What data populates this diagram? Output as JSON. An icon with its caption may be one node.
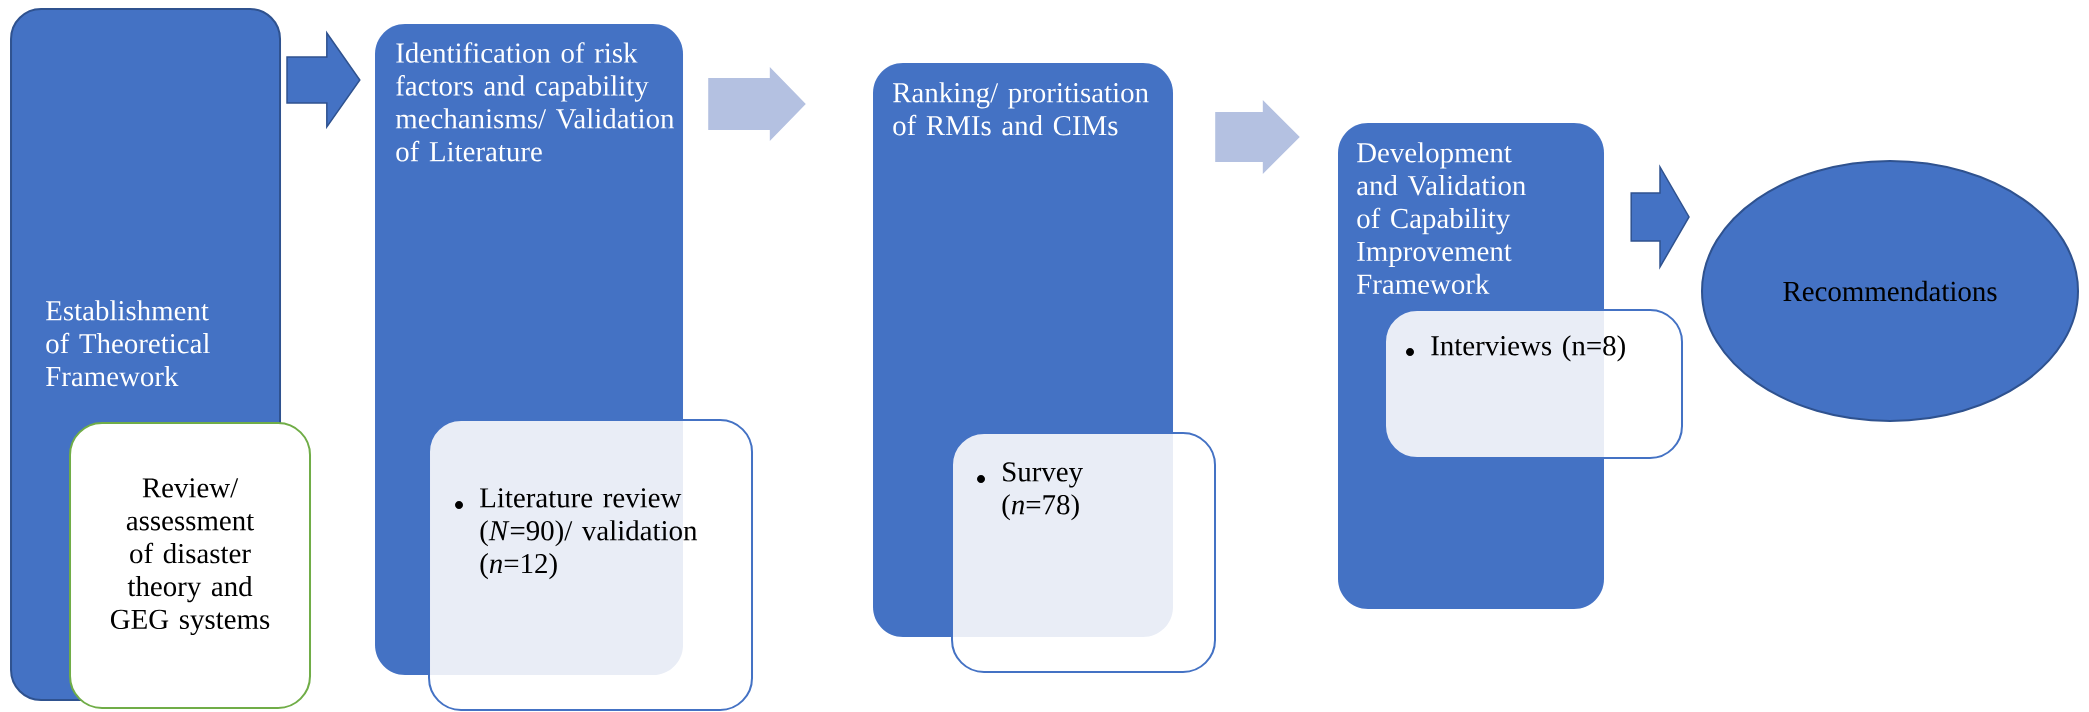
{
  "diagram": {
    "nodes": [
      {
        "text": [
          "Establishment of Theoretical Framework"
        ]
      },
      {
        "text": [
          "Review/ assessment of disaster theory and GEG systems"
        ]
      },
      {
        "text": [
          "Identification of risk factors and capability mechanisms/ Validation of Literature"
        ]
      },
      {
        "text": [
          "Literature review (*N*=90)/ validation (*n*=12)"
        ]
      },
      {
        "text": [
          "Ranking/ proritisation of RMIs and CIMs"
        ]
      },
      {
        "text": [
          "Survey (*n*=78)"
        ]
      },
      {
        "text": [
          "Development and Validation of Capability Improvement Framework"
        ]
      },
      {
        "text": [
          "Interviews (n=8)"
        ]
      },
      {
        "text": [
          "Recommendations"
        ]
      }
    ],
    "edges": [
      {
        "from": 0,
        "to": 2,
        "arrow": "to"
      },
      {
        "from": 2,
        "to": 4,
        "arrow": "to",
        "color": "#b4c1e1"
      },
      {
        "from": 4,
        "to": 6,
        "arrow": "to",
        "color": "#b4c1e1"
      },
      {
        "from": 6,
        "to": 8,
        "arrow": "to"
      }
    ]
  }
}
